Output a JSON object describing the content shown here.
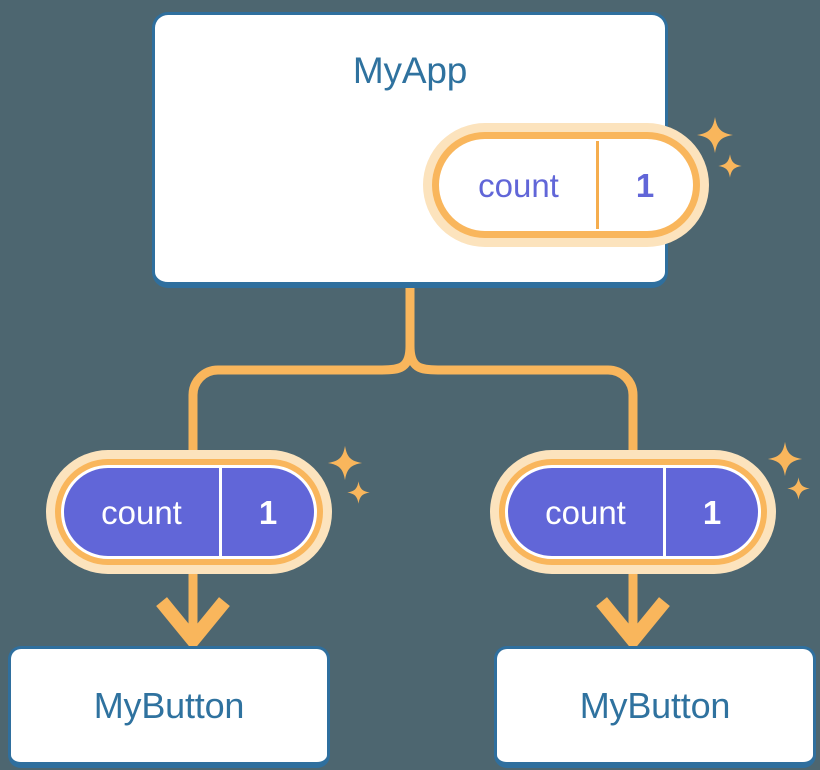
{
  "diagram": {
    "title_text": "MyApp",
    "background_color": "#4d6670",
    "accent_blue": "#2f6f9e",
    "accent_orange": "#f9b65c",
    "accent_purple": "#6166d8",
    "halo_orange": "#fce3bd"
  },
  "app": {
    "label": "MyApp",
    "state": {
      "key": "count",
      "value": "1"
    }
  },
  "children": [
    {
      "label": "MyButton",
      "state": {
        "key": "count",
        "value": "1"
      }
    },
    {
      "label": "MyButton",
      "state": {
        "key": "count",
        "value": "1"
      }
    }
  ],
  "icons": {
    "sparkle_large": "sparkle-icon",
    "sparkle_small": "sparkle-icon",
    "arrow_down": "arrow-down-icon"
  }
}
